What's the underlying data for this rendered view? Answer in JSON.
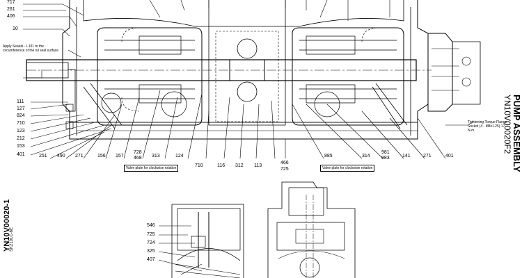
{
  "title": "PUMP ASSEMBLY",
  "part_number": "YN10V00020F2",
  "side_part_number": "YN10V00020-1",
  "sheet_code": "SK210LC-6E",
  "notes": {
    "sealant": "Apply Sealub - L101 to the circumference of the oil seal surface",
    "torque": "Tightening Torque Flange Socket (4 - M8x1.25) 17 N·m",
    "valve_left": "Valve plate for clockwise rotation",
    "valve_right": "Valve plate for clockwise rotation"
  },
  "labels_top_left": [
    "717",
    "261",
    "406",
    "10"
  ],
  "labels_left": [
    "111",
    "127",
    "824",
    "710",
    "123",
    "212",
    "153",
    "401"
  ],
  "labels_bottom": [
    "251",
    "490",
    "271",
    "156",
    "157",
    "728",
    "468",
    "313",
    "124",
    "710",
    "116",
    "312",
    "113",
    "466",
    "725",
    "885",
    "314",
    "981",
    "983",
    "141",
    "271",
    "401"
  ],
  "labels_lower_view": [
    "546",
    "725",
    "724",
    "325",
    "407"
  ]
}
